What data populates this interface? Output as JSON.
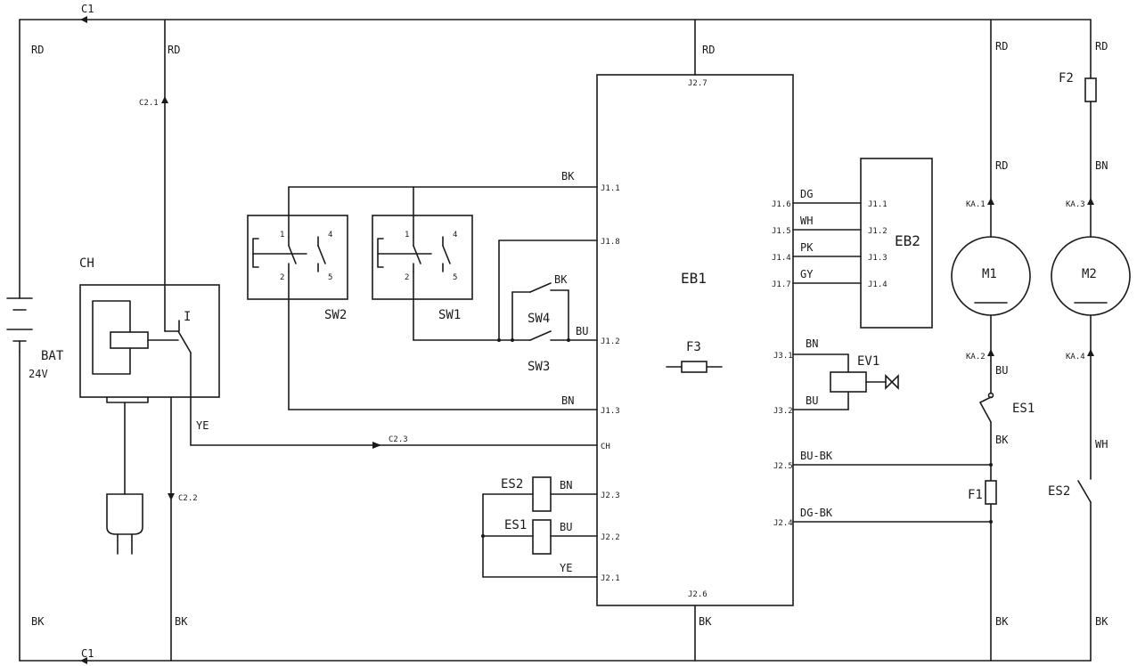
{
  "battery": {
    "name": "BAT",
    "voltage": "24V"
  },
  "charger": {
    "name": "CH",
    "switch_mark": "I"
  },
  "eb1": {
    "name": "EB1",
    "fuse": "F3"
  },
  "eb2": {
    "name": "EB2"
  },
  "motors": {
    "m1": "M1",
    "m2": "M2"
  },
  "fuses": {
    "f1": "F1",
    "f2": "F2"
  },
  "switches": {
    "sw1": "SW1",
    "sw2": "SW2",
    "sw3": "SW3",
    "sw4": "SW4",
    "es1_upper": "ES1",
    "es2_lower": "ES2"
  },
  "sensors": {
    "es1": "ES1",
    "es2": "ES2"
  },
  "valve": {
    "name": "EV1"
  },
  "switch_pins": {
    "p1": "1",
    "p2": "2",
    "p4": "4",
    "p5": "5"
  },
  "connectors": {
    "c1": "C1",
    "c21": "C2.1",
    "c22": "C2.2",
    "c23": "C2.3",
    "j27": "J2.7",
    "j26": "J2.6",
    "j11": "J1.1",
    "j18": "J1.8",
    "j12": "J1.2",
    "j13": "J1.3",
    "ch": "CH",
    "j23": "J2.3",
    "j22": "J2.2",
    "j21": "J2.1",
    "j16": "J1.6",
    "j15": "J1.5",
    "j14": "J1.4",
    "j17": "J1.7",
    "j31": "J3.1",
    "j32": "J3.2",
    "j25": "J2.5",
    "j24": "J2.4",
    "eb2_j11": "J1.1",
    "eb2_j12": "J1.2",
    "eb2_j13": "J1.3",
    "eb2_j14": "J1.4",
    "ka1": "KA.1",
    "ka2": "KA.2",
    "ka3": "KA.3",
    "ka4": "KA.4"
  },
  "wire_colors": {
    "rd": "RD",
    "bk": "BK",
    "bu": "BU",
    "bn": "BN",
    "ye": "YE",
    "dg": "DG",
    "wh": "WH",
    "pk": "PK",
    "gy": "GY",
    "bu_bk": "BU-BK",
    "dg_bk": "DG-BK"
  }
}
